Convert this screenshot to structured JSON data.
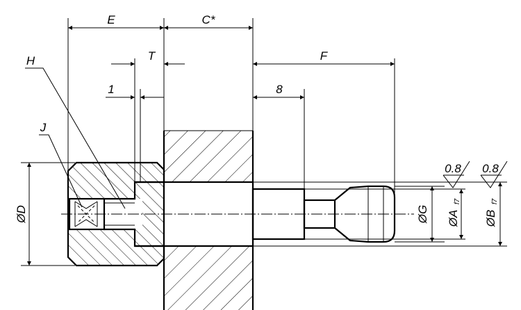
{
  "drawing": {
    "dimensions": {
      "E": "E",
      "C": "C*",
      "T": "T",
      "one": "1",
      "F": "F",
      "eight": "8",
      "H": "H",
      "J": "J",
      "D": "ØD",
      "G": "ØG",
      "A": "ØA",
      "A_tol": "f7",
      "B": "ØB",
      "B_tol": "f7"
    },
    "roughness": {
      "left": "0.8",
      "right": "0.8"
    }
  }
}
